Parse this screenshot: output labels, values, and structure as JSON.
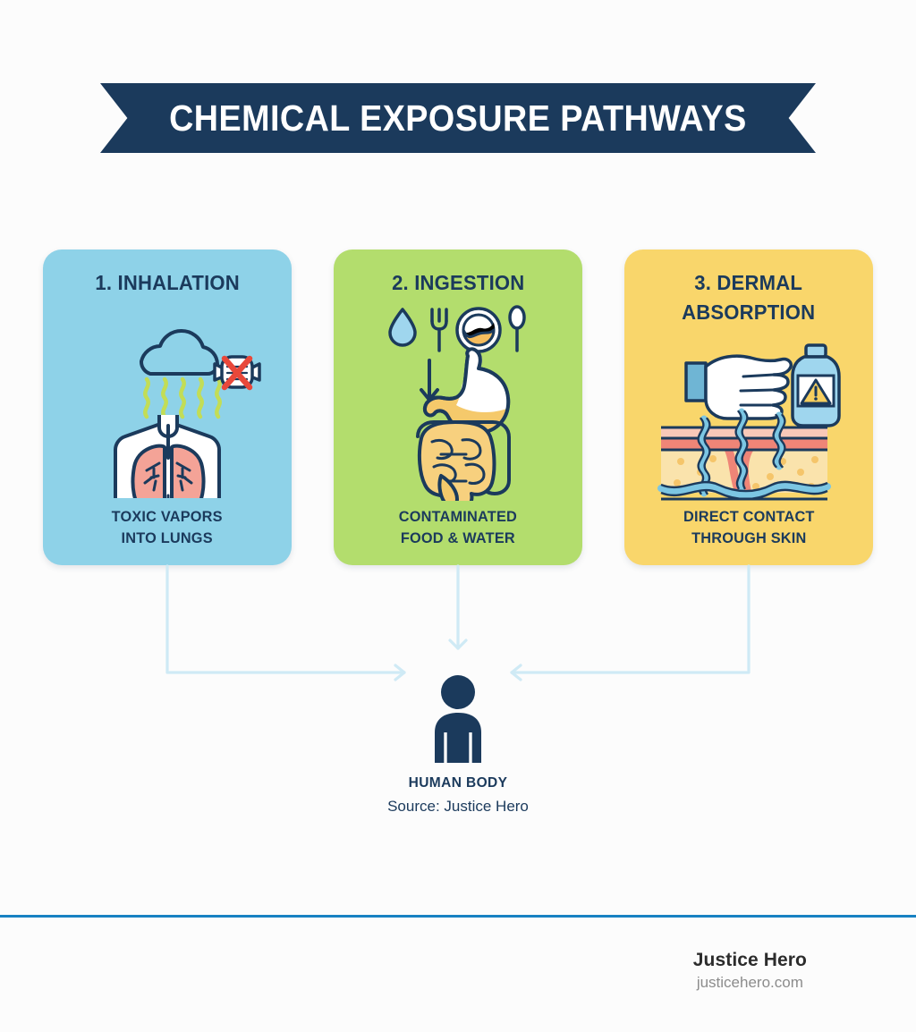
{
  "banner": {
    "title": "CHEMICAL EXPOSURE PATHWAYS",
    "background_color": "#1b3a5c",
    "text_color": "#ffffff"
  },
  "cards": [
    {
      "number_label": "1. INHALATION",
      "caption_line1": "TOXIC VAPORS",
      "caption_line2": "INTO LUNGS",
      "color": "#8ed2e8",
      "icon": "lungs-vapor-icon"
    },
    {
      "number_label": "2. INGESTION",
      "caption_line1": "CONTAMINATED",
      "caption_line2": "FOOD & WATER",
      "color": "#b3dd6d",
      "icon": "digestive-system-icon"
    },
    {
      "number_label": "3. DERMAL",
      "title_line2": "ABSORPTION",
      "caption_line1": "DIRECT CONTACT",
      "caption_line2": "THROUGH SKIN",
      "color": "#f9d66b",
      "icon": "skin-absorption-icon"
    }
  ],
  "connectors": {
    "color": "#cfeaf5",
    "description": "arrows from each card converging on the human body"
  },
  "body": {
    "icon": "human-body-icon",
    "icon_color": "#1b3a5c",
    "label": "HUMAN BODY",
    "source": "Source: Justice Hero"
  },
  "footer": {
    "rule_color": "#1781c2",
    "brand": "Justice Hero",
    "url": "justicehero.com"
  }
}
